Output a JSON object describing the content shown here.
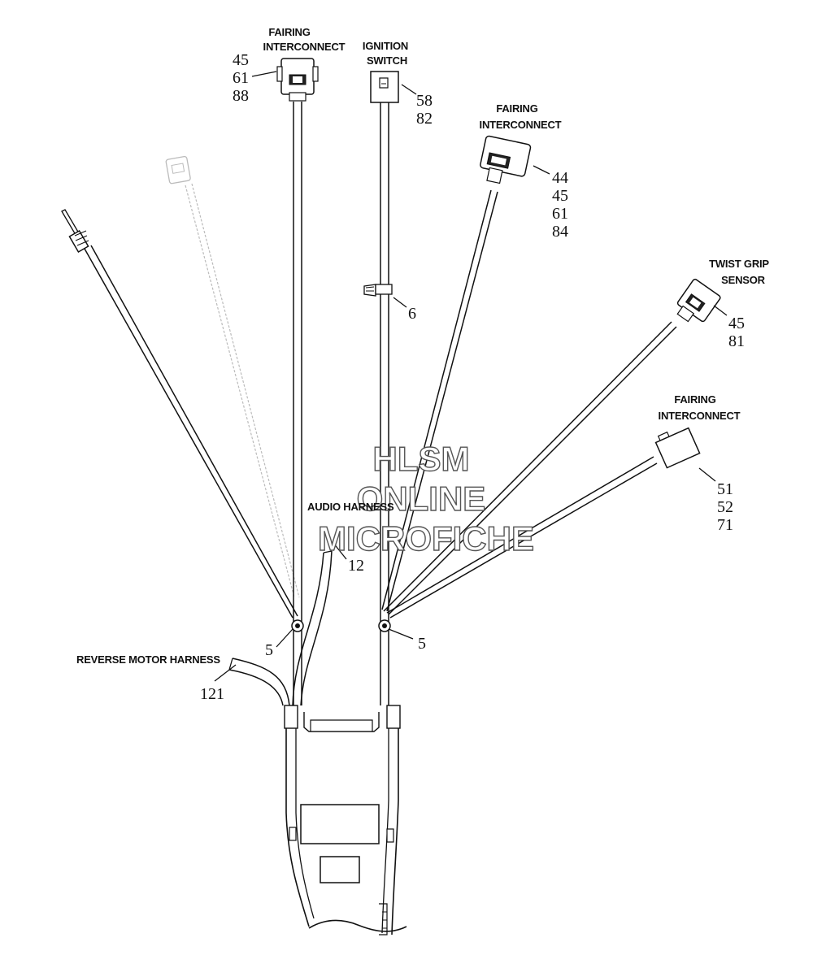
{
  "labels": {
    "fairing_interconnect_top": [
      "FAIRING",
      "INTERCONNECT"
    ],
    "ignition_switch": [
      "IGNITION",
      "SWITCH"
    ],
    "fairing_interconnect_mid": [
      "FAIRING",
      "INTERCONNECT"
    ],
    "twist_grip_sensor": [
      "TWIST GRIP",
      "SENSOR"
    ],
    "fairing_interconnect_right": [
      "FAIRING",
      "INTERCONNECT"
    ],
    "audio_harness": "AUDIO HARNESS",
    "reverse_motor_harness": "REVERSE MOTOR HARNESS"
  },
  "callouts": {
    "fairing_top": [
      "45",
      "61",
      "88"
    ],
    "ignition": [
      "58",
      "82"
    ],
    "fairing_mid": [
      "44",
      "45",
      "61",
      "84"
    ],
    "clip": "6",
    "twist_grip": [
      "45",
      "81"
    ],
    "fairing_right": [
      "51",
      "52",
      "71"
    ],
    "audio": "12",
    "clamp_left": "5",
    "clamp_right": "5",
    "reverse_motor": "121"
  },
  "watermark": [
    "HLSM",
    "ONLINE",
    "MICROFICHE"
  ]
}
